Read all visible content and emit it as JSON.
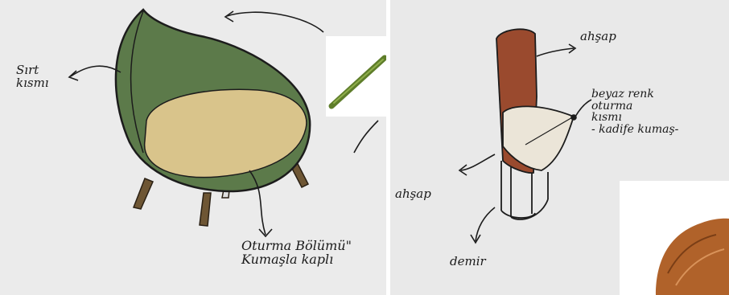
{
  "sketches": {
    "left": {
      "labels": {
        "back": "Sırt\nkısmı",
        "seat": "Oturma Bölümü\"\nKumaşla kaplı"
      },
      "colors": {
        "shell": "#5c7a4a",
        "seat": "#d9c48b",
        "legs": "#6e5634",
        "photo_branch": "#5e7d2a"
      }
    },
    "right": {
      "labels": {
        "wood_top": "ahşap",
        "seat_note": "beyaz renk\noturma\nkısmı\n- kadife kumaş-",
        "wood_left": "ahşap",
        "iron": "demir"
      },
      "colors": {
        "back": "#9a4a2e",
        "seat": "#ebe5d8",
        "photo_coconut": "#b0622a"
      }
    }
  }
}
